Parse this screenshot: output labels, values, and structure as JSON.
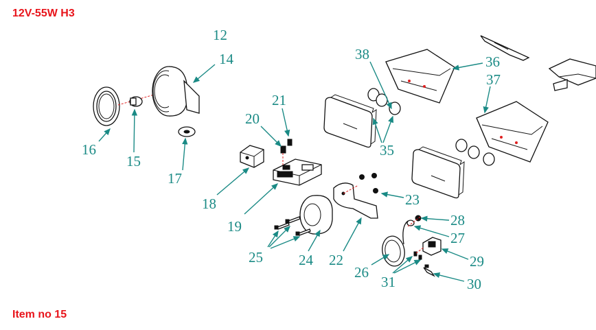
{
  "title_top": "12V-55W H3",
  "title_bottom": "Item no 15",
  "colors": {
    "title": "#e8141b",
    "callout": "#1a8a85",
    "line": "#111111",
    "accent": "#e02020"
  },
  "callouts": {
    "n12": "12",
    "n14": "14",
    "n15": "15",
    "n16": "16",
    "n17": "17",
    "n18": "18",
    "n19": "19",
    "n20": "20",
    "n21": "21",
    "n22": "22",
    "n23": "23",
    "n24": "24",
    "n25": "25",
    "n26": "26",
    "n27": "27",
    "n28": "28",
    "n29": "29",
    "n30": "30",
    "n31": "31",
    "n35": "35",
    "n36": "36",
    "n37": "37",
    "n38": "38"
  }
}
